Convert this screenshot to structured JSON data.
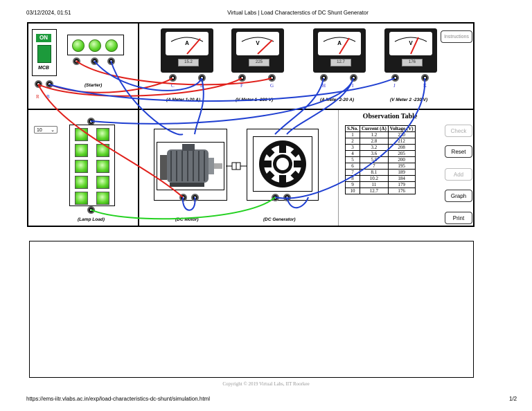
{
  "print_header": {
    "datetime": "03/12/2024, 01:51",
    "title": "Virtual Labs | Load Characterstics of DC Shunt Generator"
  },
  "print_footer": {
    "url": "https://ems-iitr.vlabs.ac.in/exp/load-characteristics-dc-shunt/simulation.html",
    "page": "1/2"
  },
  "copyright": "Copyright © 2019 Virtual Labs, IIT Roorkee",
  "mcb": {
    "state": "ON",
    "label": "MCB",
    "terminal_r": "R",
    "terminal_b": "B"
  },
  "starter": {
    "label": "(Starter)"
  },
  "meters": [
    {
      "unit": "A",
      "reading": "15.2",
      "caption": "(A Meter 1-20 A)",
      "t1": "C",
      "t2": "D"
    },
    {
      "unit": "V",
      "reading": "225",
      "caption": "(V Meter 1 -230 V)",
      "t1": "F",
      "t2": "G"
    },
    {
      "unit": "A",
      "reading": "12.7",
      "caption": "(A Meter 2-20 A)",
      "t1": "H",
      "t2": "I"
    },
    {
      "unit": "V",
      "reading": "176",
      "caption": "(V Meter 2 -230 V)",
      "t1": "J",
      "t2": "K"
    }
  ],
  "instructions_label": "Instructions",
  "lamp_select": {
    "value": "10"
  },
  "lamp_load_label": "(Lamp Load)",
  "dc_motor_label": "(DC Motor)",
  "dc_generator_label": "(DC Generator)",
  "observation": {
    "title": "Observation Table",
    "headers": [
      "S.No.",
      "Current (A)",
      "Voltage (V)"
    ],
    "rows": [
      [
        "1",
        "1.2",
        "220"
      ],
      [
        "2",
        "2.8",
        "212"
      ],
      [
        "3",
        "3.2",
        "208"
      ],
      [
        "4",
        "3.6",
        "205"
      ],
      [
        "5",
        "5.5",
        "200"
      ],
      [
        "6",
        "7",
        "195"
      ],
      [
        "7",
        "8.1",
        "189"
      ],
      [
        "8",
        "10.2",
        "184"
      ],
      [
        "9",
        "11",
        "179"
      ],
      [
        "10",
        "12.7",
        "176"
      ]
    ]
  },
  "buttons": {
    "check": "Check",
    "reset": "Reset",
    "add": "Add",
    "graph": "Graph",
    "print": "Print"
  },
  "colors": {
    "wire_red": "#e0201b",
    "wire_blue": "#1f3fd1",
    "wire_green": "#22d11f"
  }
}
